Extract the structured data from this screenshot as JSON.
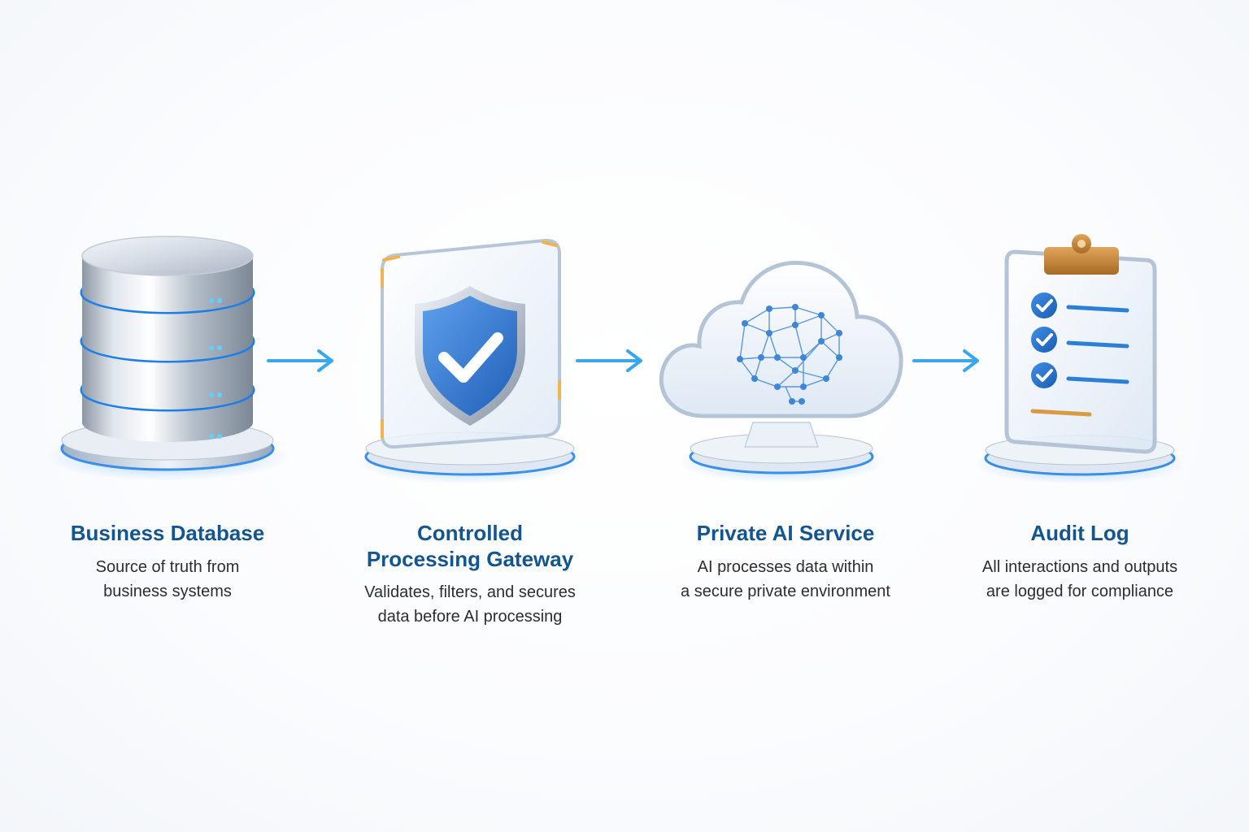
{
  "diagram": {
    "steps": [
      {
        "title": "Business Database",
        "description": "Source of truth from\nbusiness systems",
        "icon": "database-icon"
      },
      {
        "title": "Controlled\nProcessing Gateway",
        "description": "Validates, filters, and secures\ndata before AI processing",
        "icon": "shield-check-icon"
      },
      {
        "title": "Private AI Service",
        "description": "AI processes data within\na secure private environment",
        "icon": "cloud-brain-icon"
      },
      {
        "title": "Audit Log",
        "description": "All interactions and outputs\nare logged for compliance",
        "icon": "clipboard-checklist-icon"
      }
    ],
    "connector_icon": "arrow-right-icon",
    "colors": {
      "title": "#15558f",
      "description": "#2d2d2d",
      "accent_blue": "#1e88e5",
      "arrow": "#3aa7ea",
      "clip_gold": "#c98a3c"
    }
  }
}
